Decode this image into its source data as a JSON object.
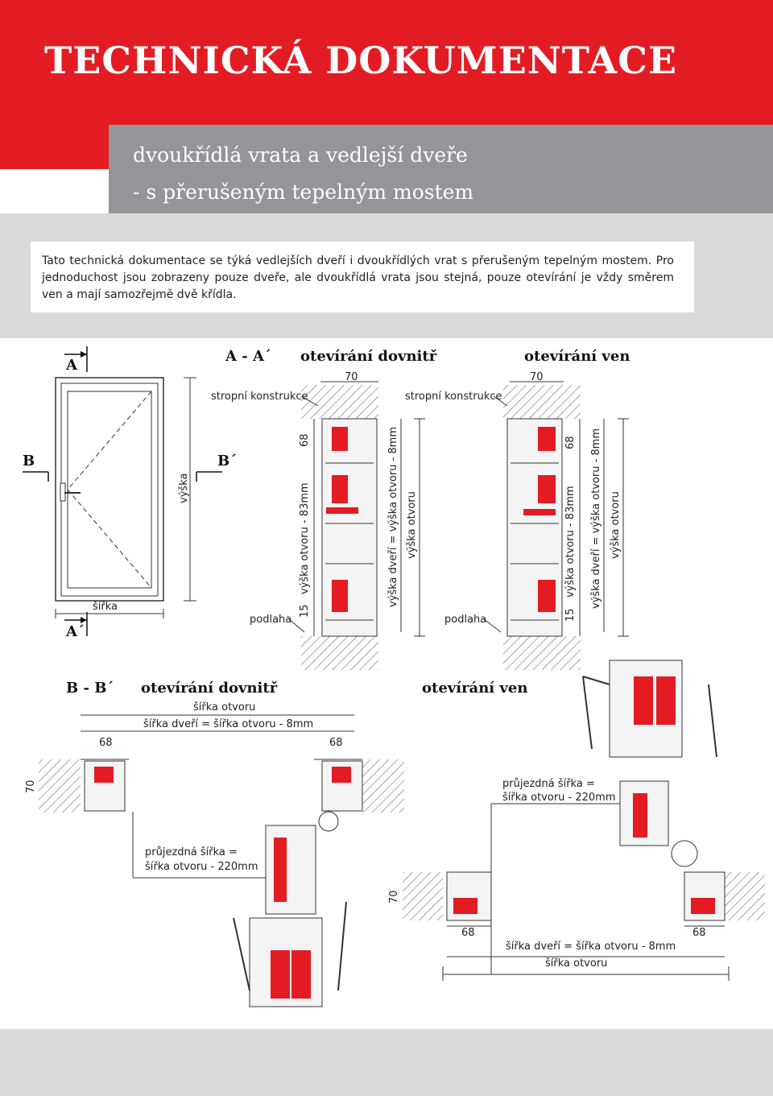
{
  "header": {
    "title": "TECHNICKÁ DOKUMENTACE",
    "subtitle_line1": "dvoukřídlá vrata a vedlejší dveře",
    "subtitle_line2": "- s přerušeným tepelným mostem"
  },
  "intro": {
    "text": "Tato technická dokumentace se týká vedlejších dveří i dvoukřídlých vrat s přerušeným tepelným mostem. Pro jednoduchost jsou zobrazeny pouze dveře, ale dvoukřídlá vrata jsou stejná, pouze otevírání je vždy směrem ven a mají samozřejmě dvě křídla."
  },
  "door_elevation": {
    "section_a": "A",
    "section_a_prime": "A´",
    "section_b": "B",
    "section_b_prime": "B´",
    "width_label": "šířka",
    "height_label": "výška"
  },
  "vertical_section": {
    "title": "A - A´",
    "inward_title": "otevírání dovnitř",
    "outward_title": "otevírání ven",
    "dim_70": "70",
    "ceiling": "stropní konstrukce",
    "floor": "podlaha",
    "dim_68": "68",
    "dim_15": "15",
    "opening_minus": "výška otvoru - 83mm",
    "door_height": "výška dveří = výška otvoru - 8mm",
    "opening_height": "výška otvoru"
  },
  "horizontal_section": {
    "title": "B - B´",
    "inward_title": "otevírání dovnitř",
    "outward_title": "otevírání ven",
    "opening_width": "šířka otvoru",
    "door_width": "šířka dveří = šířka otvoru - 8mm",
    "dim_68": "68",
    "dim_70": "70",
    "passage_line1": "průjezdná šířka =",
    "passage_line2": "šířka otvoru -  220mm"
  },
  "colors": {
    "accent_red": "#e31c24",
    "band_gray": "#949599",
    "panel_gray": "#d9dadb"
  }
}
